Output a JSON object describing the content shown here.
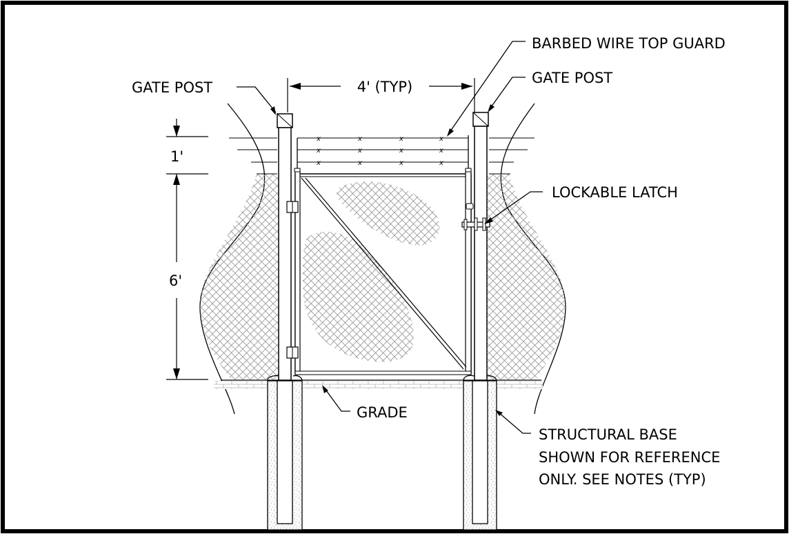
{
  "labels": {
    "gate_post_left": "GATE POST",
    "gate_post_right": "GATE POST",
    "barbed_wire": "BARBED WIRE TOP GUARD",
    "gate_width": "4' (TYP)",
    "top_guard_height": "1'",
    "fence_height": "6'",
    "lockable_latch": "LOCKABLE LATCH",
    "grade": "GRADE",
    "structural_base_line1": "STRUCTURAL BASE",
    "structural_base_line2": "SHOWN FOR REFERENCE",
    "structural_base_line3": "ONLY. SEE NOTES (TYP)"
  },
  "colors": {
    "line": "#000000",
    "mesh": "#9a9a9a",
    "concrete": "#8a8a8a"
  }
}
